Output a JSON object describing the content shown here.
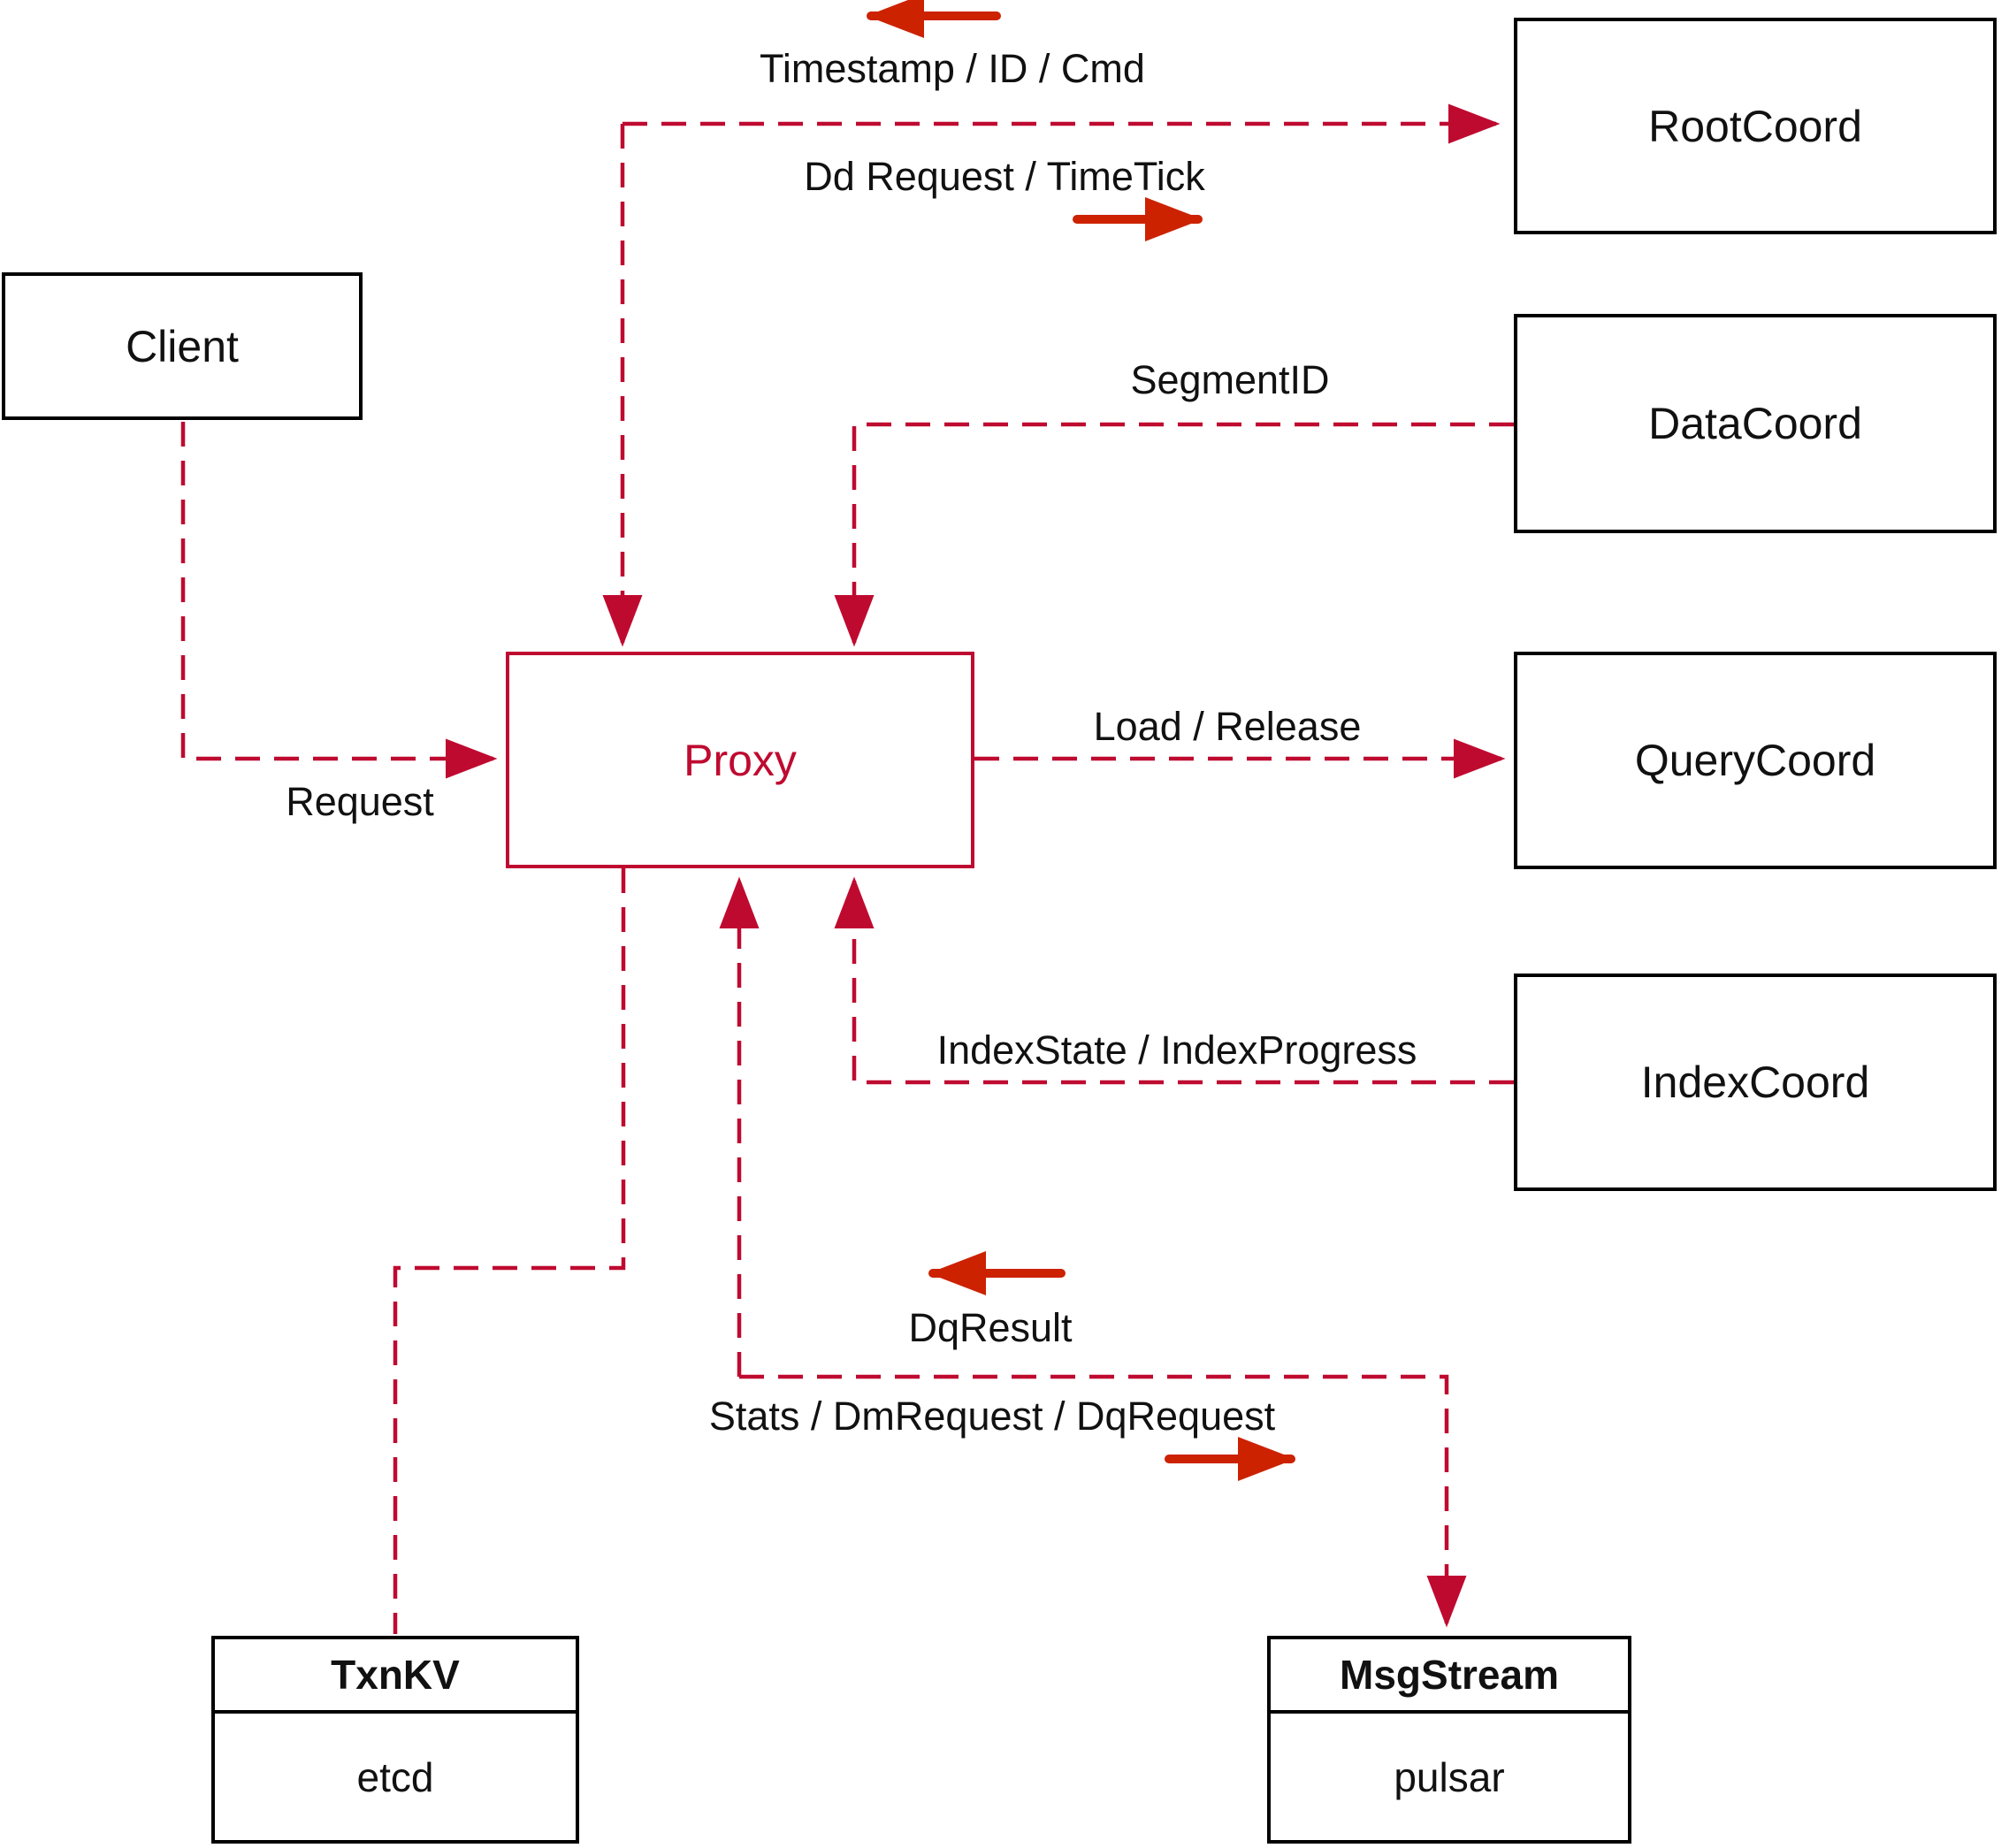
{
  "diagram": {
    "title_semantic": "proxy-architecture-diagram",
    "nodes": {
      "client": {
        "label": "Client"
      },
      "root_coord": {
        "label": "RootCoord"
      },
      "data_coord": {
        "label": "DataCoord"
      },
      "query_coord": {
        "label": "QueryCoord"
      },
      "index_coord": {
        "label": "IndexCoord"
      },
      "proxy": {
        "label": "Proxy"
      },
      "txn_kv": {
        "title": "TxnKV",
        "subtitle": "etcd"
      },
      "msg_stream": {
        "title": "MsgStream",
        "subtitle": "pulsar"
      }
    },
    "edge_labels": {
      "timestamp_id_cmd": "Timestamp / ID / Cmd",
      "dd_request_timetick": "Dd Request / TimeTick",
      "segment_id": "SegmentID",
      "request": "Request",
      "load_release": "Load / Release",
      "index_state_progress": "IndexState / IndexProgress",
      "dq_result": "DqResult",
      "stats_dm_dq_request": "Stats / DmRequest / DqRequest"
    },
    "colors": {
      "dashed_line_red": "#bf0a30",
      "solid_arrow_red": "#cc2200",
      "box_border_black": "#000000",
      "text_black": "#111111",
      "background": "#ffffff"
    }
  }
}
